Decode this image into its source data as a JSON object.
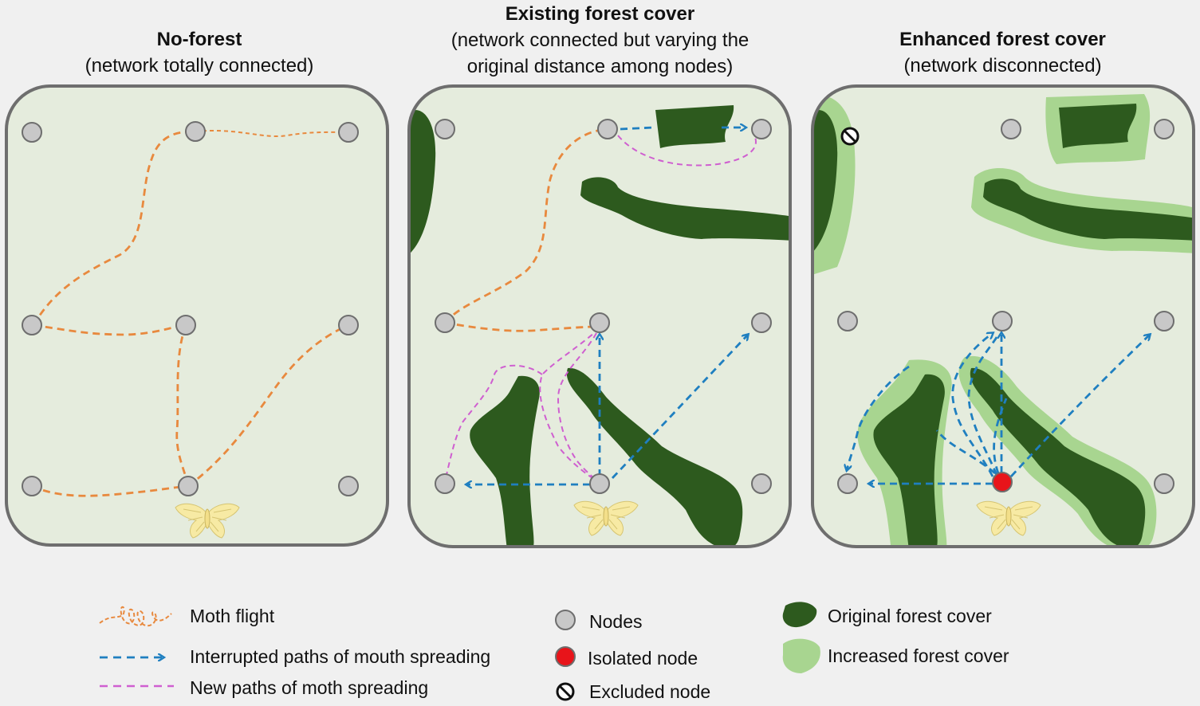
{
  "colors": {
    "background": "#f0f0f0",
    "panel_fill": "#e5ecdd",
    "panel_border": "#6e6e6e",
    "node": "#c8c8c8",
    "moth_flight": "#e8893e",
    "interrupted_path": "#1f7fc0",
    "new_path": "#cf5fd0",
    "original_forest": "#2d5a1e",
    "increased_forest": "#a8d590",
    "isolated_node": "#e8141a"
  },
  "panels": [
    {
      "title": "No-forest",
      "subtitle": "(network totally connected)"
    },
    {
      "title": "Existing forest cover",
      "subtitle": "(network connected but varying the original distance among nodes)"
    },
    {
      "title": "Enhanced forest cover",
      "subtitle": "(network disconnected)"
    }
  ],
  "legend": {
    "moth_flight": "Moth flight",
    "interrupted": "Interrupted paths of mouth spreading",
    "new_paths": "New paths of moth spreading",
    "nodes": "Nodes",
    "isolated": "Isolated node",
    "excluded": "Excluded node",
    "original_forest": "Original forest cover",
    "increased_forest": "Increased forest cover"
  },
  "icons": [
    "moth-icon",
    "node-icon",
    "isolated-node-icon",
    "excluded-node-icon",
    "forest-patch-icon"
  ]
}
